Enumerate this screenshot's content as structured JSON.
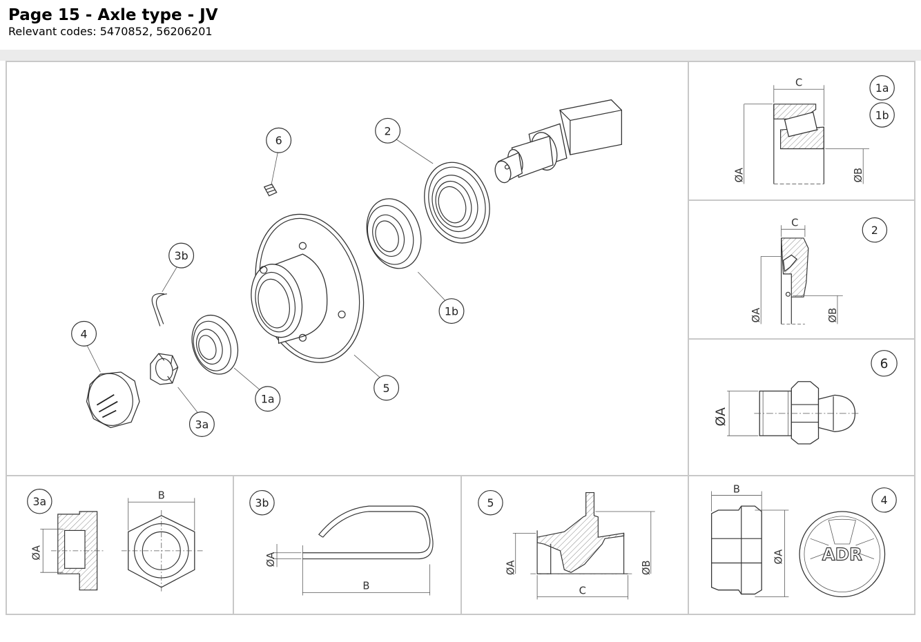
{
  "header": {
    "title": "Page 15 - Axle type - JV",
    "codes": "Relevant codes: 5470852, 56206201"
  },
  "exploded": {
    "callouts": {
      "c6": "6",
      "c2": "2",
      "c3b": "3b",
      "c1b": "1b",
      "c4": "4",
      "c5": "5",
      "c1a": "1a",
      "c3a": "3a"
    }
  },
  "panel_bearing": {
    "tags": [
      "1a",
      "1b"
    ],
    "dims": {
      "C": "C",
      "A": "ØA",
      "B": "ØB"
    }
  },
  "panel_seal": {
    "tag": "2",
    "dims": {
      "C": "C",
      "A": "ØA",
      "B": "ØB"
    }
  },
  "panel_nipple": {
    "tag": "6",
    "dims": {
      "A": "ØA"
    }
  },
  "panel_nut": {
    "tag": "3a",
    "dims": {
      "A": "ØA",
      "B": "B"
    }
  },
  "panel_pin": {
    "tag": "3b",
    "dims": {
      "A": "ØA",
      "B": "B"
    }
  },
  "panel_hub": {
    "tag": "5",
    "dims": {
      "A": "ØA",
      "B": "ØB",
      "C": "C"
    }
  },
  "panel_cap": {
    "tag": "4",
    "dims": {
      "B": "B",
      "A": "ØA"
    },
    "logo": "ADR"
  }
}
